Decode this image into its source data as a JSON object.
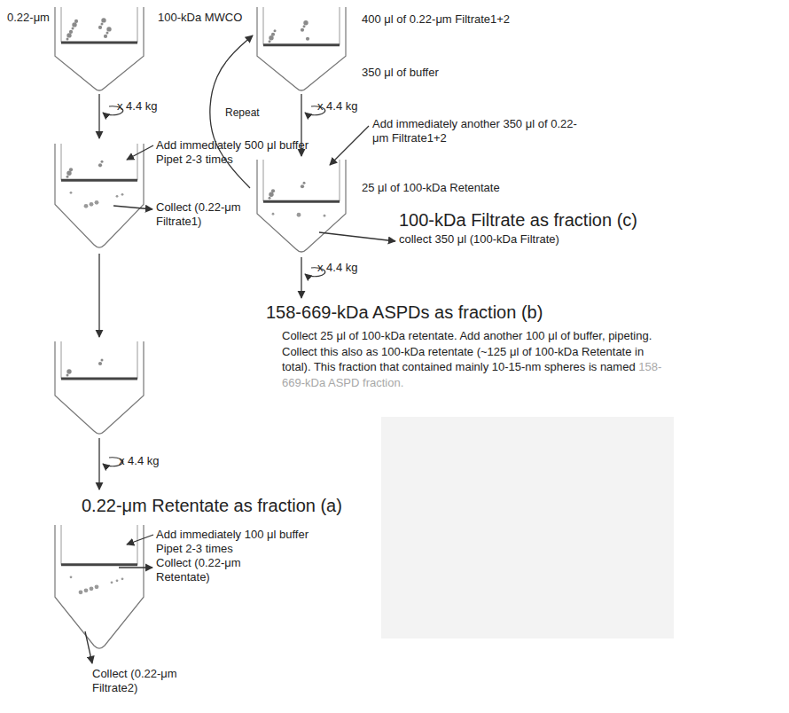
{
  "diagram": {
    "labels": [
      "0.22-μm",
      "100-kDa MWCO",
      "400 μl of 0.22-μm Filtrate1+2",
      "350 μl of buffer",
      "x 4.4 kg",
      "x 4.4 kg",
      "Repeat",
      "Add immediately 500 μl buffer Pipet 2-3 times",
      "Collect (0.22-μm Filtrate1)",
      "Add immediately another 350 μl of 0.22-μm Filtrate1+2",
      "25 μl of 100-kDa Retentate",
      "100-kDa Filtrate as fraction (c)",
      "collect 350 μl (100-kDa Filtrate)",
      "x 4.4 kg",
      "158-669-kDa ASPDs as fraction (b)",
      "Collect 25 μl of 100-kDa retentate. Add another 100 μl of buffer, pipeting. Collect this also as 100-kDa retentate (~125 μl of 100-kDa Retentate in total). This fraction that contained mainly 10-15-nm spheres is named",
      "158-669-kDa ASPD fraction.",
      "x 4.4 kg",
      "0.22-μm Retentate as fraction (a)",
      "Add immediately 100 μl buffer Pipet 2-3 times",
      "Collect (0.22-μm Retentate)",
      "Collect (0.22-μm Filtrate2)"
    ]
  }
}
